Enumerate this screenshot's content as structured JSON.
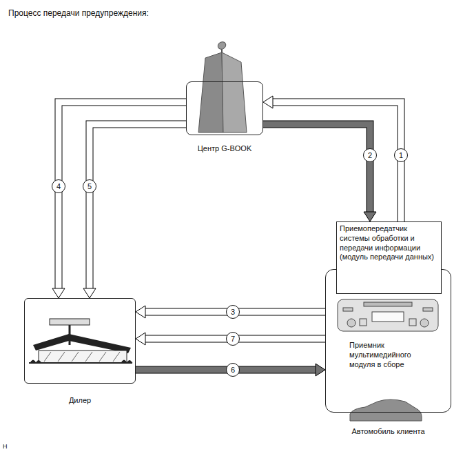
{
  "diagram": {
    "title": "Процесс передачи предупреждения:",
    "nodes": [
      {
        "text": [
          "Центр G-BOOK"
        ]
      },
      {
        "text": [
          "Автомобиль клиента"
        ]
      },
      {
        "text": [
          "Приемопередатчик системы обработки и передачи информации (модуль передачи данных)"
        ],
        "in": 1
      },
      {
        "text": [
          "Дилер"
        ]
      }
    ],
    "edges": [
      {
        "from": 2,
        "to": 0,
        "label": "1",
        "arrow": "to"
      },
      {
        "from": 0,
        "to": 2,
        "label": "2",
        "arrow": "to"
      },
      {
        "from": 1,
        "to": 3,
        "label": "3",
        "arrow": "to"
      },
      {
        "from": 0,
        "to": 3,
        "label": "4",
        "arrow": "to"
      },
      {
        "from": 0,
        "to": 3,
        "label": "5",
        "arrow": "to"
      },
      {
        "from": 3,
        "to": 1,
        "label": "6",
        "arrow": "to"
      },
      {
        "from": 1,
        "to": 3,
        "label": "7",
        "arrow": "to"
      }
    ],
    "labels": [
      "Приемник мультимедийного модуля в сборе",
      "H"
    ]
  }
}
